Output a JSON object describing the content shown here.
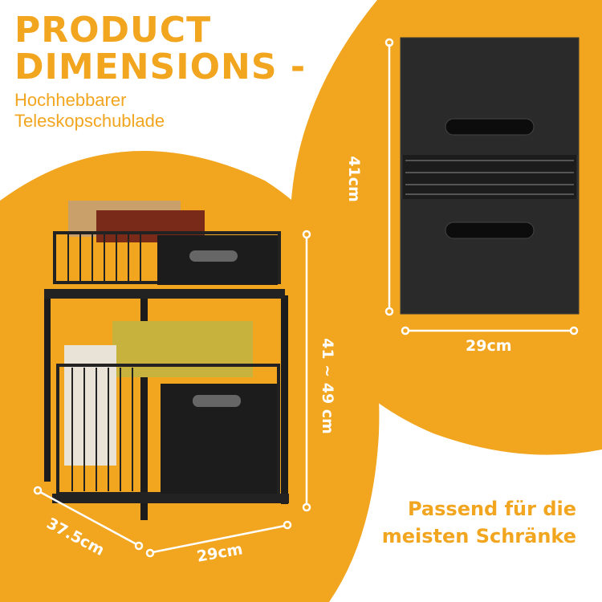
{
  "header": {
    "title_line1": "PRODUCT",
    "title_line2": "DIMENSIONS -",
    "subtitle_line1": "Hochhebbarer",
    "subtitle_line2": "Teleskopschublade"
  },
  "dimensions": {
    "height_range": "41 ~ 49 cm",
    "depth": "37.5cm",
    "width_front": "29cm",
    "top_view_length": "41cm",
    "top_view_width": "29cm"
  },
  "tagline": {
    "line1": "Passend für die",
    "line2": "meisten Schränke"
  },
  "colors": {
    "accent": "#F2A51F",
    "product": "#1c1c1c"
  }
}
